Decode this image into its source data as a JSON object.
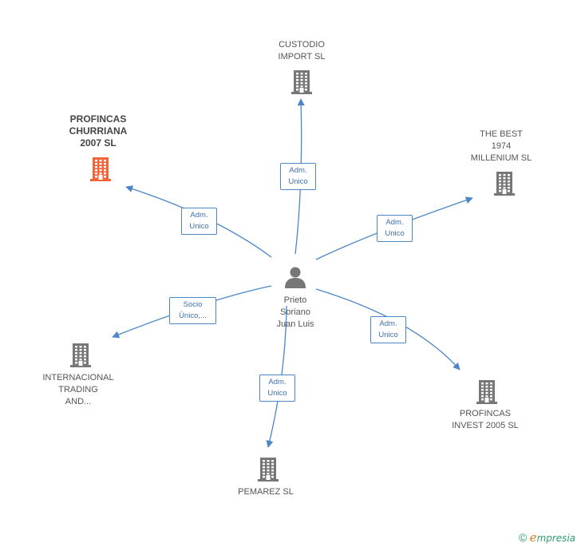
{
  "center": {
    "name": "Prieto\nSoriano\nJuan Luis",
    "icon": "person-icon"
  },
  "companies": [
    {
      "id": "custodio",
      "name": "CUSTODIO\nIMPORT SL",
      "icon": "building-icon",
      "color": "#777777",
      "highlight": false
    },
    {
      "id": "profincas-churriana",
      "name": "PROFINCAS\nCHURRIANA\n2007 SL",
      "icon": "building-icon",
      "color": "#f2643a",
      "highlight": true
    },
    {
      "id": "the-best",
      "name": "THE BEST\n1974\nMILLENIUM  SL",
      "icon": "building-icon",
      "color": "#777777",
      "highlight": false
    },
    {
      "id": "internacional",
      "name": "INTERNACIONAL\nTRADING\nAND...",
      "icon": "building-icon",
      "color": "#777777",
      "highlight": false
    },
    {
      "id": "pemarez",
      "name": "PEMAREZ SL",
      "icon": "building-icon",
      "color": "#777777",
      "highlight": false
    },
    {
      "id": "profincas-invest",
      "name": "PROFINCAS\nINVEST 2005 SL",
      "icon": "building-icon",
      "color": "#777777",
      "highlight": false
    }
  ],
  "relations": [
    {
      "target": "custodio",
      "label": "Adm.\nUnico"
    },
    {
      "target": "profincas-churriana",
      "label": "Adm.\nUnico"
    },
    {
      "target": "the-best",
      "label": "Adm.\nUnico"
    },
    {
      "target": "internacional",
      "label": "Socio\nÚnico,..."
    },
    {
      "target": "pemarez",
      "label": "Adm.\nUnico"
    },
    {
      "target": "profincas-invest",
      "label": "Adm.\nUnico"
    }
  ],
  "colors": {
    "edge": "#4a86c8",
    "icon_default": "#777777",
    "icon_highlight": "#f2643a"
  },
  "footer": {
    "copyright_symbol": "©",
    "brand_initial": "e",
    "brand_rest": "mpresia"
  }
}
